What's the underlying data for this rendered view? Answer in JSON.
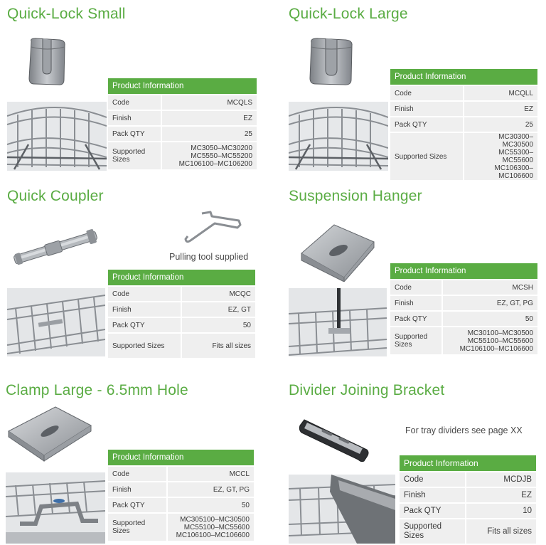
{
  "table_header": "Product Information",
  "labels": {
    "code": "Code",
    "finish": "Finish",
    "pack": "Pack QTY",
    "sizes": "Supported Sizes"
  },
  "products": [
    {
      "title": "Quick-Lock Small",
      "code": "MCQLS",
      "finish": "EZ",
      "pack": "25",
      "sizes": [
        "MC3050–MC30200",
        "MC5550–MC55200",
        "MC106100–MC106200"
      ]
    },
    {
      "title": "Quick-Lock Large",
      "code": "MCQLL",
      "finish": "EZ",
      "pack": "25",
      "sizes": [
        "MC30300–MC30500",
        "MC55300–MC55600",
        "MC106300–",
        "MC106600"
      ]
    },
    {
      "title": "Quick Coupler",
      "caption": "Pulling tool supplied",
      "code": "MCQC",
      "finish": "EZ, GT",
      "pack": "50",
      "sizes": [
        "Fits all sizes"
      ]
    },
    {
      "title": "Suspension Hanger",
      "code": "MCSH",
      "finish": "EZ, GT, PG",
      "pack": "50",
      "sizes": [
        "MC30100–MC30500",
        "MC55100–MC55600",
        "MC106100–MC106600"
      ]
    },
    {
      "title": "Clamp Large - 6.5mm Hole",
      "code": "MCCL",
      "finish": "EZ, GT, PG",
      "pack": "50",
      "sizes": [
        "MC305100–MC30500",
        "MC55100–MC55600",
        "MC106100–MC106600"
      ]
    },
    {
      "title": "Divider Joining Bracket",
      "caption": "For tray dividers see page XX",
      "code": "MCDJB",
      "finish": "EZ",
      "pack": "10",
      "sizes": [
        "Fits all sizes"
      ]
    }
  ],
  "colors": {
    "brand_green": "#5aac43",
    "row_gray": "#efefef",
    "text": "#3a3a3a"
  }
}
